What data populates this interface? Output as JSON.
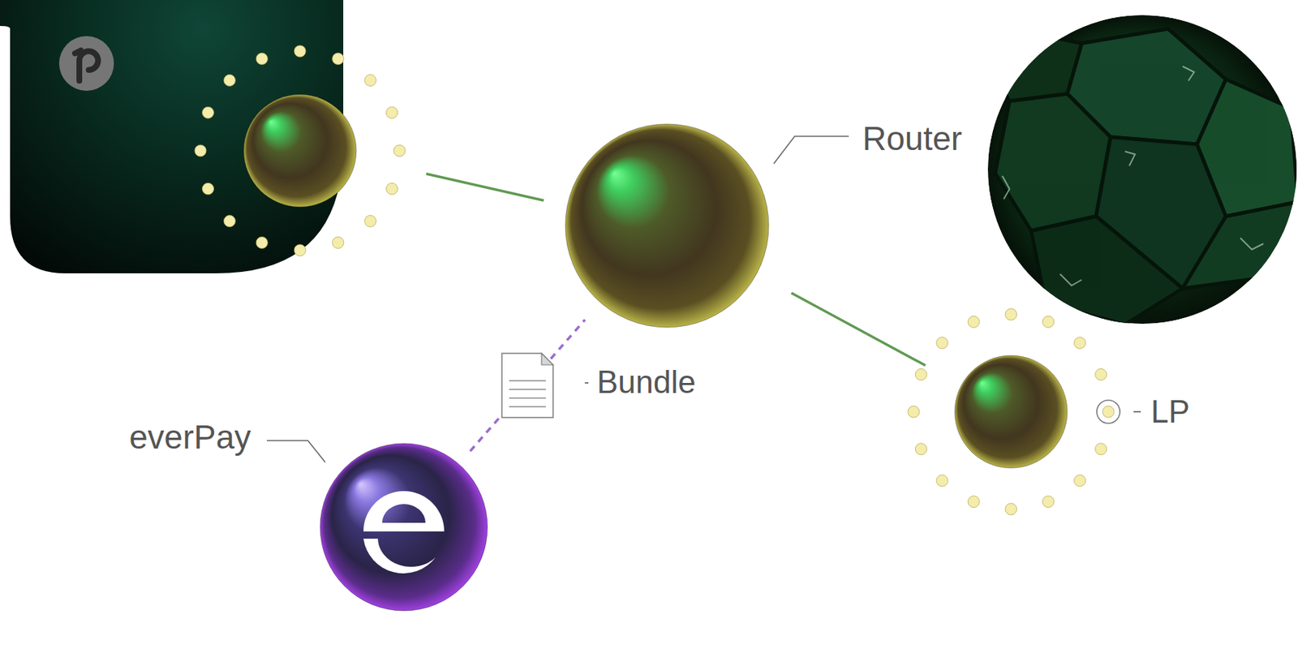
{
  "diagram": {
    "nodes": [
      {
        "text": [
          "Router"
        ]
      },
      {
        "text": [
          "LP"
        ]
      },
      {
        "text": [
          "everPay"
        ]
      }
    ],
    "edges": [
      {
        "from": 0,
        "to": 1,
        "arrow": "none"
      },
      {
        "from": 2,
        "to": 0,
        "arrow": "none",
        "label": "Bundle"
      }
    ]
  }
}
